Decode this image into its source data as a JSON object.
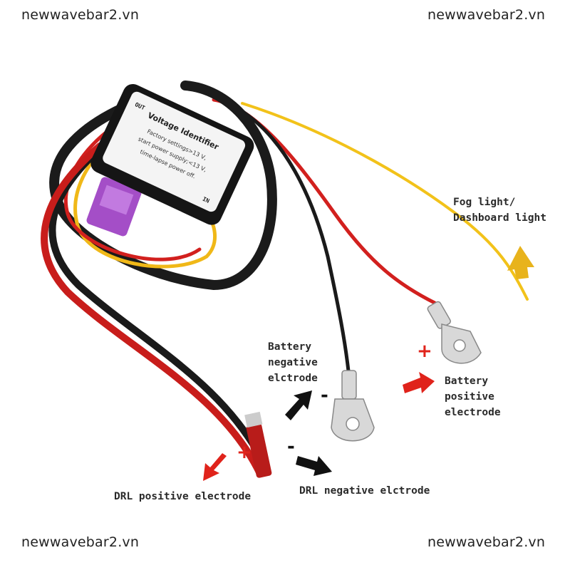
{
  "watermark": "newwavebar2.vn",
  "module": {
    "title": "Voltage Identifier",
    "lines": [
      "Factory settings>13 V,",
      "start power supply;<13 V,",
      "time-lapse power off."
    ],
    "out_label": "OUT",
    "in_label": "IN"
  },
  "labels": {
    "fog_light": [
      "Fog light/",
      "Dashboard light"
    ],
    "battery_negative": [
      "Battery",
      "negative",
      "elctrode"
    ],
    "battery_positive": [
      "Battery",
      "positive",
      "electrode"
    ],
    "drl_positive": "DRL positive electrode",
    "drl_negative": "DRL negative elctrode",
    "plus": "+",
    "minus": "-"
  },
  "colors": {
    "red_arrow": "#e0231b",
    "black_arrow": "#111111",
    "yellow_arrow": "#e8b31c",
    "wire_red": "#d2201e",
    "wire_yellow": "#f2c21a",
    "wire_black": "#1a1a1a"
  }
}
